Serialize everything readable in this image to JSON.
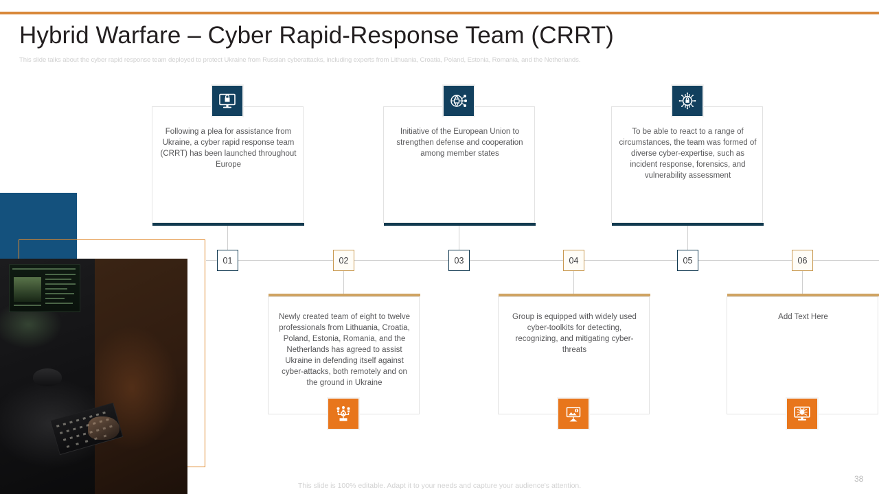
{
  "slide": {
    "title": "Hybrid Warfare – Cyber Rapid-Response Team (CRRT)",
    "subtitle": "This slide talks about the cyber rapid response team deployed to protect Ukraine from Russian cyberattacks, including experts from Lithuania, Croatia, Poland, Estonia, Romania, and the Netherlands.",
    "footer_note": "This slide is 100% editable. Adapt it to your needs and capture your audience's attention.",
    "page_number": "38"
  },
  "colors": {
    "accent_orange": "#d8883a",
    "icon_orange": "#e8761c",
    "navy": "#12405e",
    "navy_rule": "#123a4f",
    "deco_navy": "#14517d",
    "gold_rule": "#cfa362",
    "body_text": "#58585a",
    "muted_text": "#d0d0d0"
  },
  "timeline": {
    "markers": [
      {
        "label": "01",
        "style": "navy",
        "position": "top"
      },
      {
        "label": "02",
        "style": "orange",
        "position": "bottom"
      },
      {
        "label": "03",
        "style": "navy",
        "position": "top"
      },
      {
        "label": "04",
        "style": "orange",
        "position": "bottom"
      },
      {
        "label": "05",
        "style": "navy",
        "position": "top"
      },
      {
        "label": "06",
        "style": "orange",
        "position": "bottom"
      }
    ]
  },
  "top_cards": [
    {
      "marker": "01",
      "icon": "monitor-lock-icon",
      "text": "Following a plea for assistance from Ukraine, a cyber rapid response team (CRRT)  has been launched throughout Europe"
    },
    {
      "marker": "03",
      "icon": "global-network-lock-icon",
      "text": "Initiative of the European Union to strengthen defense and cooperation among member states"
    },
    {
      "marker": "05",
      "icon": "chip-lock-icon",
      "text": "To be able to react to a range of circumstances, the team was formed of diverse cyber-expertise, such as incident response, forensics, and vulnerability assessment"
    }
  ],
  "bottom_cards": [
    {
      "marker": "02",
      "icon": "team-network-icon",
      "text": "Newly created team of eight to twelve professionals from Lithuania, Croatia, Poland, Estonia, Romania, and the Netherlands has agreed to assist Ukraine in defending itself against cyber-attacks, both remotely and on the ground in Ukraine"
    },
    {
      "marker": "04",
      "icon": "monitor-alert-icon",
      "text": "Group is equipped with widely used cyber-toolkits for detecting, recognizing, and mitigating cyber-threats"
    },
    {
      "marker": "06",
      "icon": "monitor-bug-icon",
      "text": "Add Text Here"
    }
  ]
}
